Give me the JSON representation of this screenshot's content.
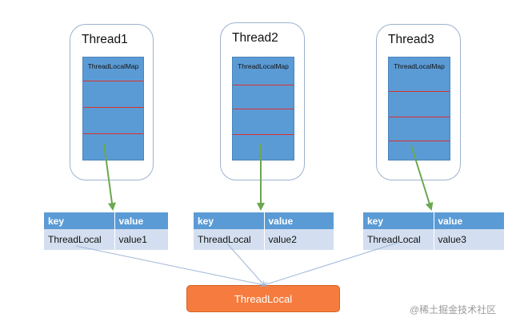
{
  "threads": [
    {
      "title": "Thread1",
      "map_label": "ThreadLocalMap"
    },
    {
      "title": "Thread2",
      "map_label": "ThreadLocalMap"
    },
    {
      "title": "Thread3",
      "map_label": "ThreadLocalMap"
    }
  ],
  "tables": [
    {
      "headers": [
        "key",
        "value"
      ],
      "row": [
        "ThreadLocal",
        "value1"
      ]
    },
    {
      "headers": [
        "key",
        "value"
      ],
      "row": [
        "ThreadLocal",
        "value2"
      ]
    },
    {
      "headers": [
        "key",
        "value"
      ],
      "row": [
        "ThreadLocal",
        "value3"
      ]
    }
  ],
  "threadlocal_label": "ThreadLocal",
  "watermark": "@稀土掘金技术社区",
  "colors": {
    "map_fill": "#5b9bd5",
    "map_divider": "#d9302c",
    "table_header": "#5b9bd5",
    "table_row": "#d3dff0",
    "arrow_green": "#6aa84f",
    "threadlocal_fill": "#f57c3e",
    "ref_line": "#9fb7d8"
  }
}
